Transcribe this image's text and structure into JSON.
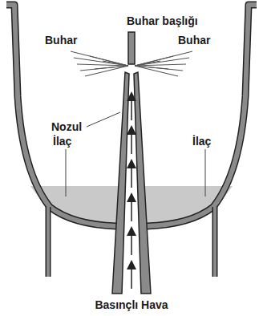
{
  "diagram": {
    "labels": [
      "Buhar başlığı",
      "Buhar",
      "Buhar",
      "Nozul",
      "İlaç",
      "İlaç",
      "Basınçlı Hava"
    ]
  }
}
